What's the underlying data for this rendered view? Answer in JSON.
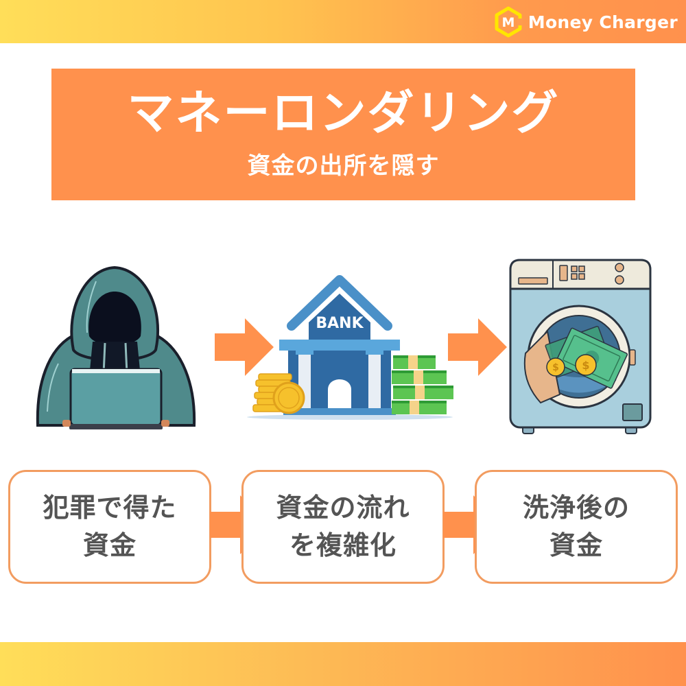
{
  "header": {
    "brand": {
      "name": "Money Charger",
      "logo_letter": "M",
      "logo_color": "#ffe600"
    },
    "gradient_start": "#ffde59",
    "gradient_end": "#ff914d"
  },
  "title": {
    "main": "マネーロンダリング",
    "sub": "資金の出所を隠す",
    "background": "#ff914d"
  },
  "illustrations": [
    {
      "name": "hooded-hacker-with-laptop",
      "icon": "hacker-icon"
    },
    {
      "name": "bank-with-money",
      "icon": "bank-icon",
      "label": "BANK"
    },
    {
      "name": "washing-machine-with-money",
      "icon": "washing-machine-icon"
    }
  ],
  "steps": [
    {
      "lines": [
        "犯罪で得た",
        "資金"
      ]
    },
    {
      "lines": [
        "資金の流れ",
        "を複雑化"
      ]
    },
    {
      "lines": [
        "洗浄後の",
        "資金"
      ]
    }
  ],
  "colors": {
    "accent": "#ff914d",
    "box_border": "#f29c60",
    "step_text": "#545454"
  }
}
